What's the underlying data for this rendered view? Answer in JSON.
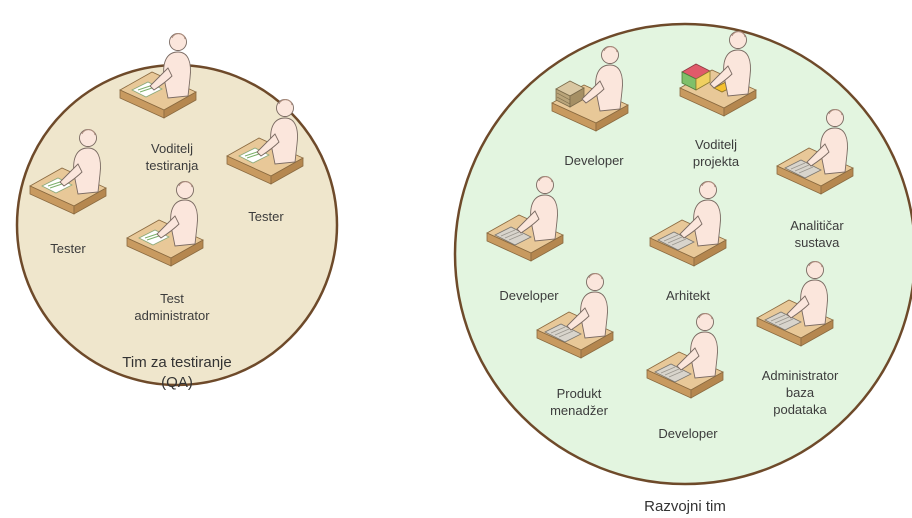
{
  "teams": {
    "qa": {
      "title_line1": "Tim za testiranje",
      "title_line2": "(QA)",
      "members": [
        {
          "line1": "Voditelj",
          "line2": "testiranja",
          "desk": "papers"
        },
        {
          "line1": "Tester",
          "line2": "",
          "desk": "papers"
        },
        {
          "line1": "Tester",
          "line2": "",
          "desk": "papers"
        },
        {
          "line1": "Test",
          "line2": "administrator",
          "desk": "papers"
        }
      ]
    },
    "dev": {
      "title": "Razvojni tim",
      "members": [
        {
          "line1": "Developer",
          "line2": "",
          "line3": "",
          "desk": "books"
        },
        {
          "line1": "Voditelj",
          "line2": "projekta",
          "line3": "",
          "desk": "folders"
        },
        {
          "line1": "Analitičar",
          "line2": "sustava",
          "line3": "",
          "desk": "keyboard"
        },
        {
          "line1": "Developer",
          "line2": "",
          "line3": "",
          "desk": "keyboard"
        },
        {
          "line1": "Arhitekt",
          "line2": "",
          "line3": "",
          "desk": "keyboard"
        },
        {
          "line1": "Produkt",
          "line2": "menadžer",
          "line3": "",
          "desk": "keyboard"
        },
        {
          "line1": "Developer",
          "line2": "",
          "line3": "",
          "desk": "keyboard"
        },
        {
          "line1": "Administrator",
          "line2": "baza",
          "line3": "podataka",
          "desk": "keyboard"
        }
      ]
    }
  },
  "colors": {
    "qa_fill": "#efe6cc",
    "dev_fill": "#e3f5e0",
    "circle_stroke": "#6e4a2a",
    "desk_top": "#e8c898",
    "desk_side": "#c89a60",
    "person": "#fbe6dc",
    "person_stroke": "#7a6a62"
  }
}
